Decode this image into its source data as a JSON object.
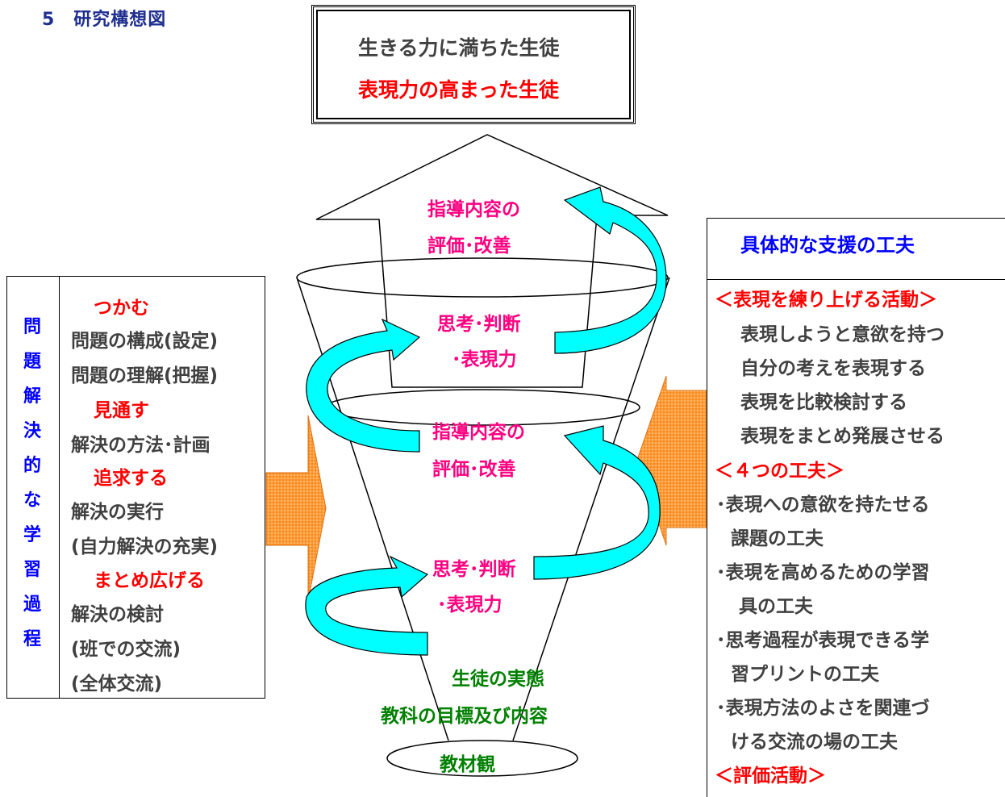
{
  "heading": "5　研究構想図",
  "goal": {
    "line1": "生きる力に満ちた生徒",
    "line2": "表現力の高まった生徒"
  },
  "left_panel": {
    "vertical_title": [
      "問",
      "題",
      "解",
      "決",
      "的",
      "な",
      "学",
      "習",
      "過",
      "程"
    ],
    "stages": [
      {
        "title": "つかむ",
        "items": [
          "問題の構成(設定)",
          "問題の理解(把握)"
        ]
      },
      {
        "title": "見通す",
        "items": [
          "解決の方法･計画"
        ]
      },
      {
        "title": "追求する",
        "items": [
          "解決の実行",
          "(自力解決の充実)"
        ]
      },
      {
        "title": "まとめ広げる",
        "items": [
          "解決の検討",
          "(班での交流)",
          "(全体交流)"
        ]
      }
    ]
  },
  "center": {
    "eval_top": [
      "指導内容の",
      "評価･改善"
    ],
    "think_upper": [
      "思考･判断",
      "･表現力"
    ],
    "eval_mid": [
      "指導内容の",
      "評価･改善"
    ],
    "think_lower": [
      "思考･判断",
      "･表現力"
    ],
    "base1": "生徒の実態",
    "base2": "教科の目標及び内容",
    "base3": "教材観"
  },
  "right_panel": {
    "title": "具体的な支援の工夫",
    "section1_title": "＜表現を練り上げる活動＞",
    "section1_items": [
      "表現しようと意欲を持つ",
      "自分の考えを表現する",
      "表現を比較検討する",
      "表現をまとめ発展させる"
    ],
    "section2_title": "＜４つの工夫＞",
    "section2_items": [
      "･表現への意欲を持たせる",
      "課題の工夫",
      "･表現を高めるための学習",
      "具の工夫",
      "･思考過程が表現できる学",
      "習プリントの工夫",
      "･表現方法のよさを関連づ",
      "ける交流の場の工夫"
    ],
    "section3_title": "＜評価活動＞"
  },
  "colors": {
    "heading": "#1f2f8f",
    "red": "#ff0000",
    "pink": "#ff0080",
    "green": "#008000",
    "blue": "#0000ff",
    "cyan_arrow": "#00ffff",
    "cyan_shadow": "#33cccc",
    "orange_arrow": "#ff9933"
  }
}
